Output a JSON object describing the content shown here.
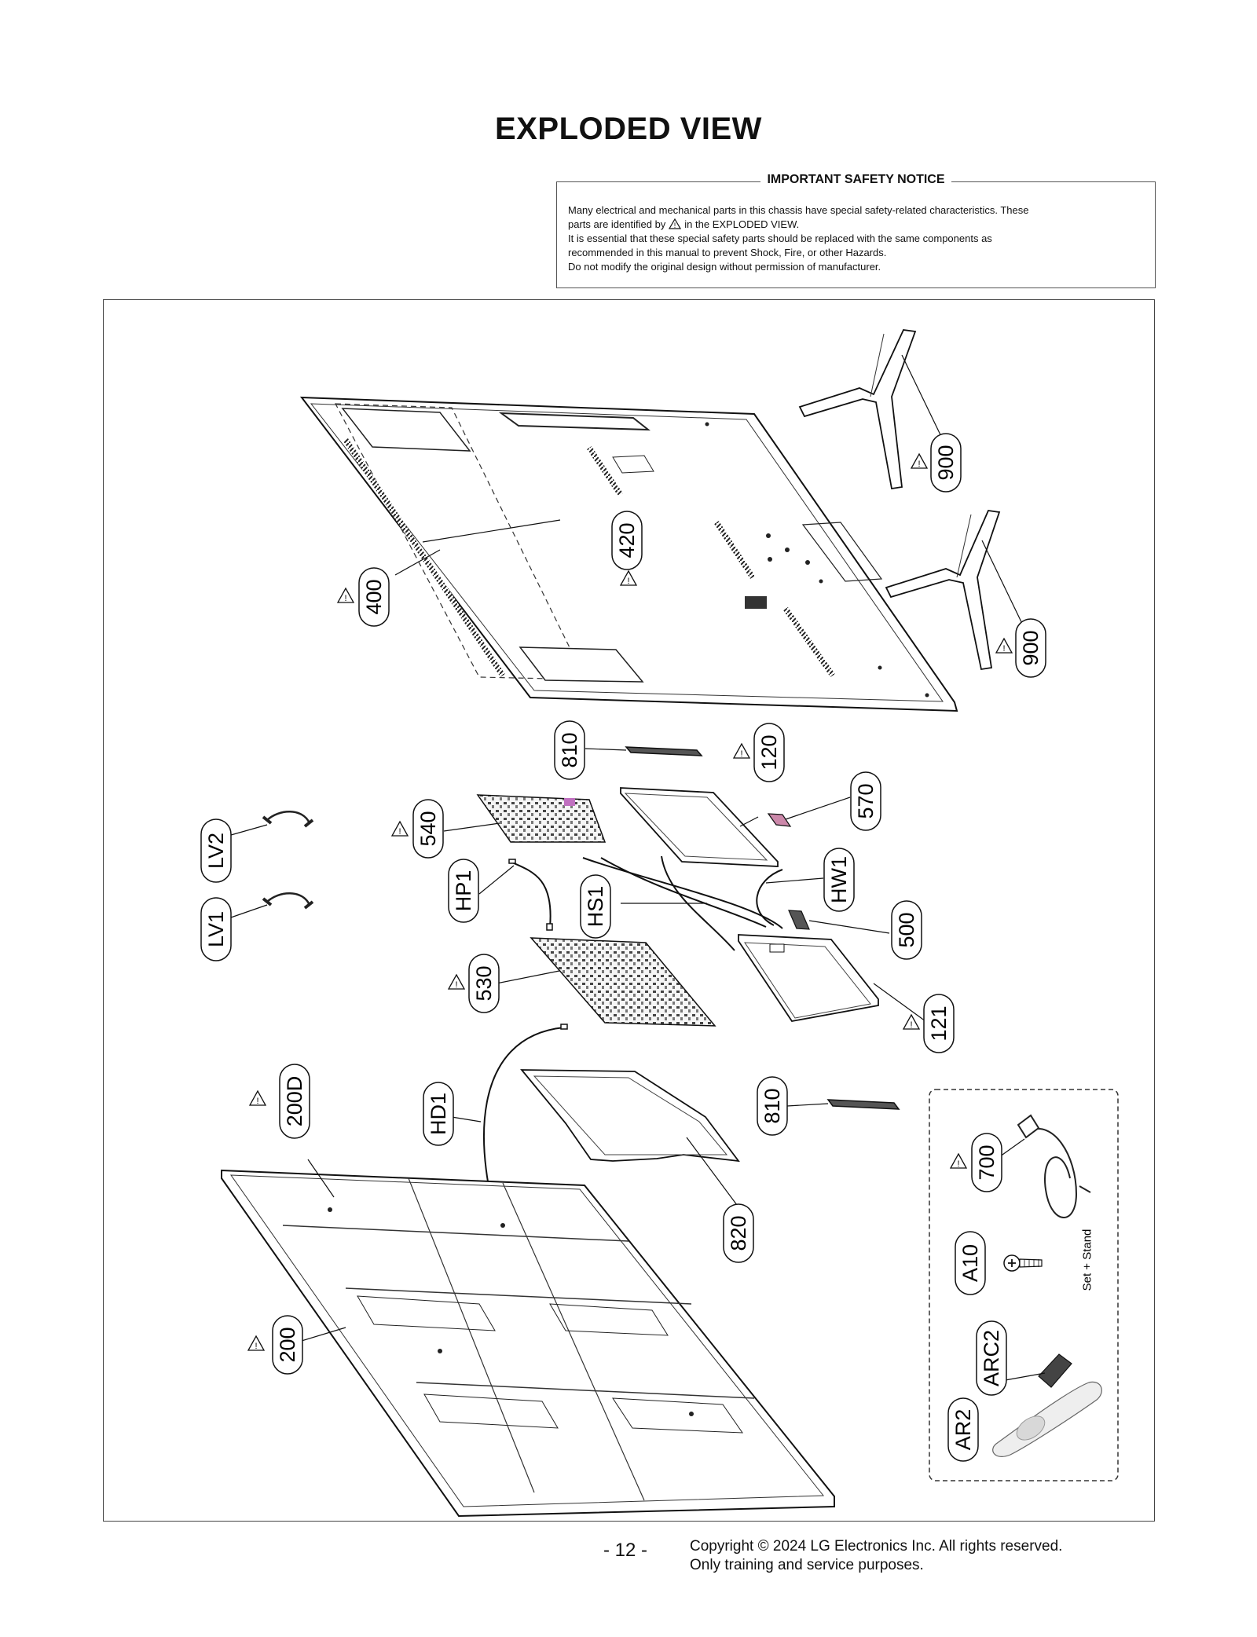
{
  "page": {
    "title": "EXPLODED VIEW",
    "page_number": "- 12 -",
    "copyright_line1": "Copyright © 2024 LG Electronics Inc. All rights reserved.",
    "copyright_line2": "Only training and service purposes."
  },
  "safety_notice": {
    "heading": "IMPORTANT SAFETY NOTICE",
    "line1": "Many electrical and mechanical parts in this chassis have special safety-related characteristics. These",
    "line2_pre": "parts are identified by",
    "line2_post": "in the EXPLODED VIEW.",
    "line3": "It is essential that these special safety parts should be replaced with the same components as",
    "line4": "recommended in this manual to prevent Shock, Fire, or other Hazards.",
    "line5": "Do not modify the original design without permission of manufacturer."
  },
  "parts": {
    "p900a": "900",
    "p900b": "900",
    "p420": "420",
    "p400": "400",
    "p810a": "810",
    "p120": "120",
    "p570": "570",
    "p540": "540",
    "pLV2": "LV2",
    "pLV1": "LV1",
    "pHP1": "HP1",
    "pHS1": "HS1",
    "pHW1": "HW1",
    "p500": "500",
    "p530": "530",
    "p121": "121",
    "p200D": "200D",
    "pHD1": "HD1",
    "p810b": "810",
    "p820": "820",
    "p700": "700",
    "pA10": "A10",
    "pARC2": "ARC2",
    "pAR2": "AR2",
    "p200": "200"
  },
  "accessory_note": "Set + Stand"
}
